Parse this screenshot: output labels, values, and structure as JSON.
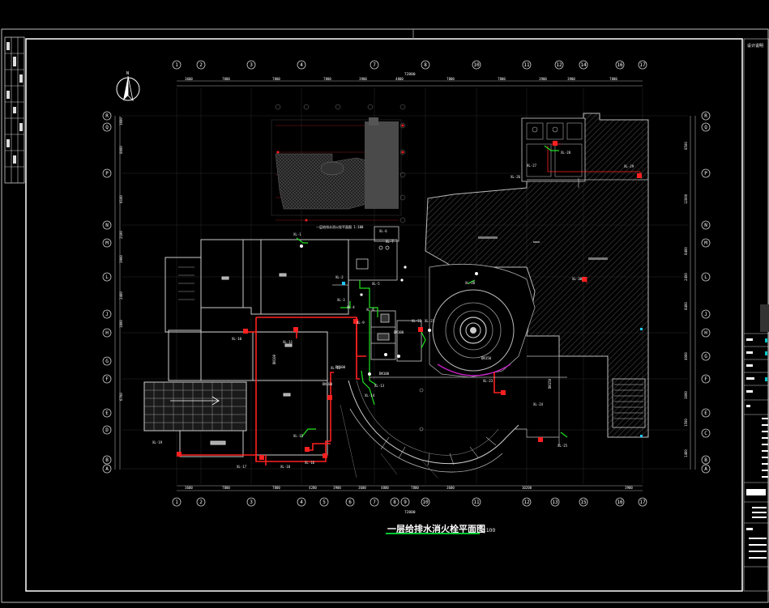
{
  "drawing": {
    "title": "一层给排水消火栓平面图",
    "scale": "1:100",
    "keyplan_caption": "一层给排水消火栓平面图 1:100",
    "title_block_header": "设计说明"
  },
  "grid_cols": [
    "1",
    "2",
    "3",
    "4",
    "5",
    "6",
    "7",
    "8",
    "9",
    "10",
    "11",
    "12",
    "13",
    "14",
    "15",
    "16",
    "17"
  ],
  "grid_cols_top": [
    "1",
    "2",
    "3",
    "4",
    "7",
    "8",
    "10",
    "11",
    "12",
    "14",
    "16",
    "17"
  ],
  "grid_cols_bottom": [
    "1",
    "2",
    "3",
    "4",
    "5",
    "6",
    "7",
    "8",
    "9",
    "10",
    "11",
    "12",
    "13",
    "15",
    "16",
    "17"
  ],
  "grid_rows_left": [
    "R",
    "Q",
    "P",
    "N",
    "M",
    "L",
    "J",
    "H",
    "G",
    "F",
    "E",
    "D",
    "B",
    "A"
  ],
  "grid_rows_right": [
    "R",
    "Q",
    "P",
    "N",
    "M",
    "L",
    "J",
    "H",
    "G",
    "F",
    "E",
    "C",
    "B",
    "A"
  ],
  "total_dim_top": "72800",
  "total_dim_bottom": "72800",
  "dims_top": [
    "3600",
    "7800",
    "7800",
    "7800",
    "3900",
    "4800",
    "7800",
    "7800",
    "3900",
    "3900",
    "7800"
  ],
  "dims_bottom": [
    "3600",
    "7800",
    "7800",
    "4200",
    "3900",
    "3600",
    "4800",
    "7800",
    "3600",
    "10200",
    "3900"
  ],
  "dims_left": [
    "1600",
    "8000",
    "8100",
    "2100",
    "3900",
    "2400",
    "1800",
    "6700"
  ],
  "dims_right": [
    "8500",
    "12000",
    "8400",
    "2400",
    "8400",
    "4000",
    "3000",
    "1500",
    "1400"
  ],
  "pipe_labels": [
    "XL-1",
    "XL-2",
    "XL-3",
    "XL-4",
    "XL-5",
    "XL-6",
    "XL-7",
    "XL-8",
    "XL-9",
    "XL-10",
    "XL-11",
    "XL-12",
    "XL-13",
    "XL-14",
    "XL-15",
    "XL-16",
    "XL-17",
    "XL-18",
    "XL-19",
    "XL-20",
    "XL-21",
    "XL-22",
    "XL-23",
    "XL-24",
    "XL-25",
    "XL-26",
    "XL-27",
    "XL-28",
    "XL-29",
    "XL-30"
  ],
  "pipe_sizes": [
    "DN100",
    "DN100",
    "DN100",
    "DN150",
    "DN100",
    "DN100",
    "DN150"
  ],
  "colors": {
    "background": "#000000",
    "hydrant_pipe": "#ff2020",
    "drain_pipe": "#20e020",
    "wall": "#c8c8c8",
    "grid_line": "#808080",
    "hatch": "#3a3a3a",
    "magenta_stair": "#c020c0",
    "cyan_marker": "#20c8ff"
  },
  "icons": [
    "north-arrow-icon",
    "hydrant-icon",
    "fountain-icon"
  ]
}
